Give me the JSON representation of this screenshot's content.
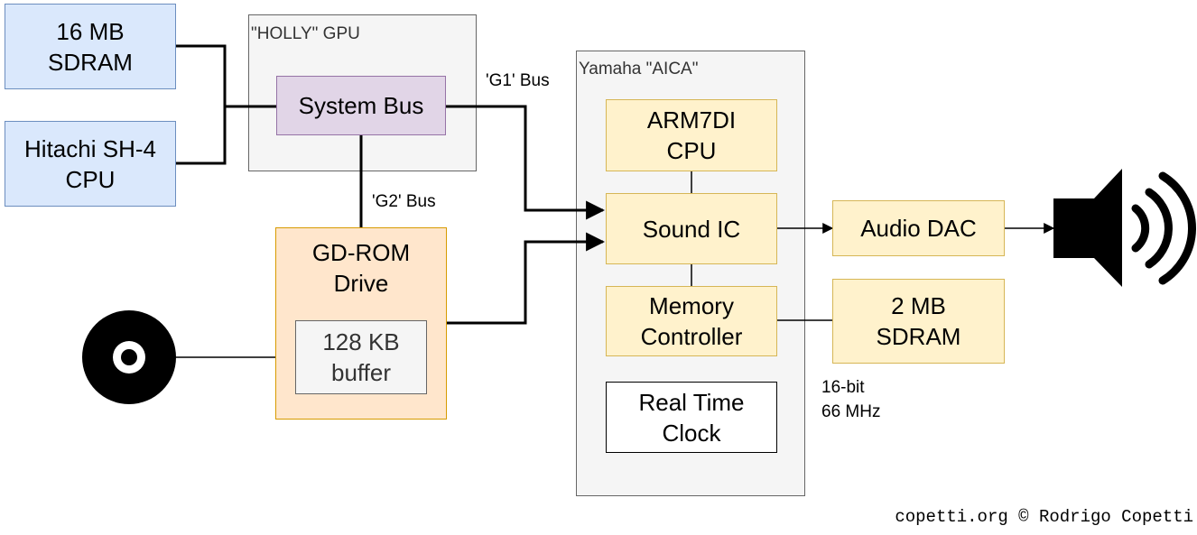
{
  "diagram": {
    "boxes": {
      "sdram16": "16 MB\nSDRAM",
      "sh4": "Hitachi SH-4\nCPU",
      "system_bus": "System Bus",
      "gdrom": "GD-ROM\nDrive",
      "buffer": "128 KB\nbuffer",
      "arm7": "ARM7DI\nCPU",
      "sound_ic": "Sound IC",
      "mem_ctrl": "Memory\nController",
      "rtc": "Real Time\nClock",
      "dac": "Audio DAC",
      "sdram2": "2 MB\nSDRAM"
    },
    "groups": {
      "holly": "\"HOLLY\" GPU",
      "aica": "Yamaha \"AICA\""
    },
    "labels": {
      "g1_bus": "'G1' Bus",
      "g2_bus": "'G2' Bus",
      "bus_width": "16-bit",
      "bus_speed": "66 MHz"
    },
    "icons": [
      "disc-icon",
      "speaker-icon"
    ],
    "credit": "copetti.org © Rodrigo Copetti"
  },
  "colors": {
    "blue_fill": "#dae8fc",
    "purple_fill": "#e1d5e7",
    "orange_fill": "#ffe6cc",
    "yellow_fill": "#fff2cc",
    "gray_fill": "#f5f5f5"
  }
}
